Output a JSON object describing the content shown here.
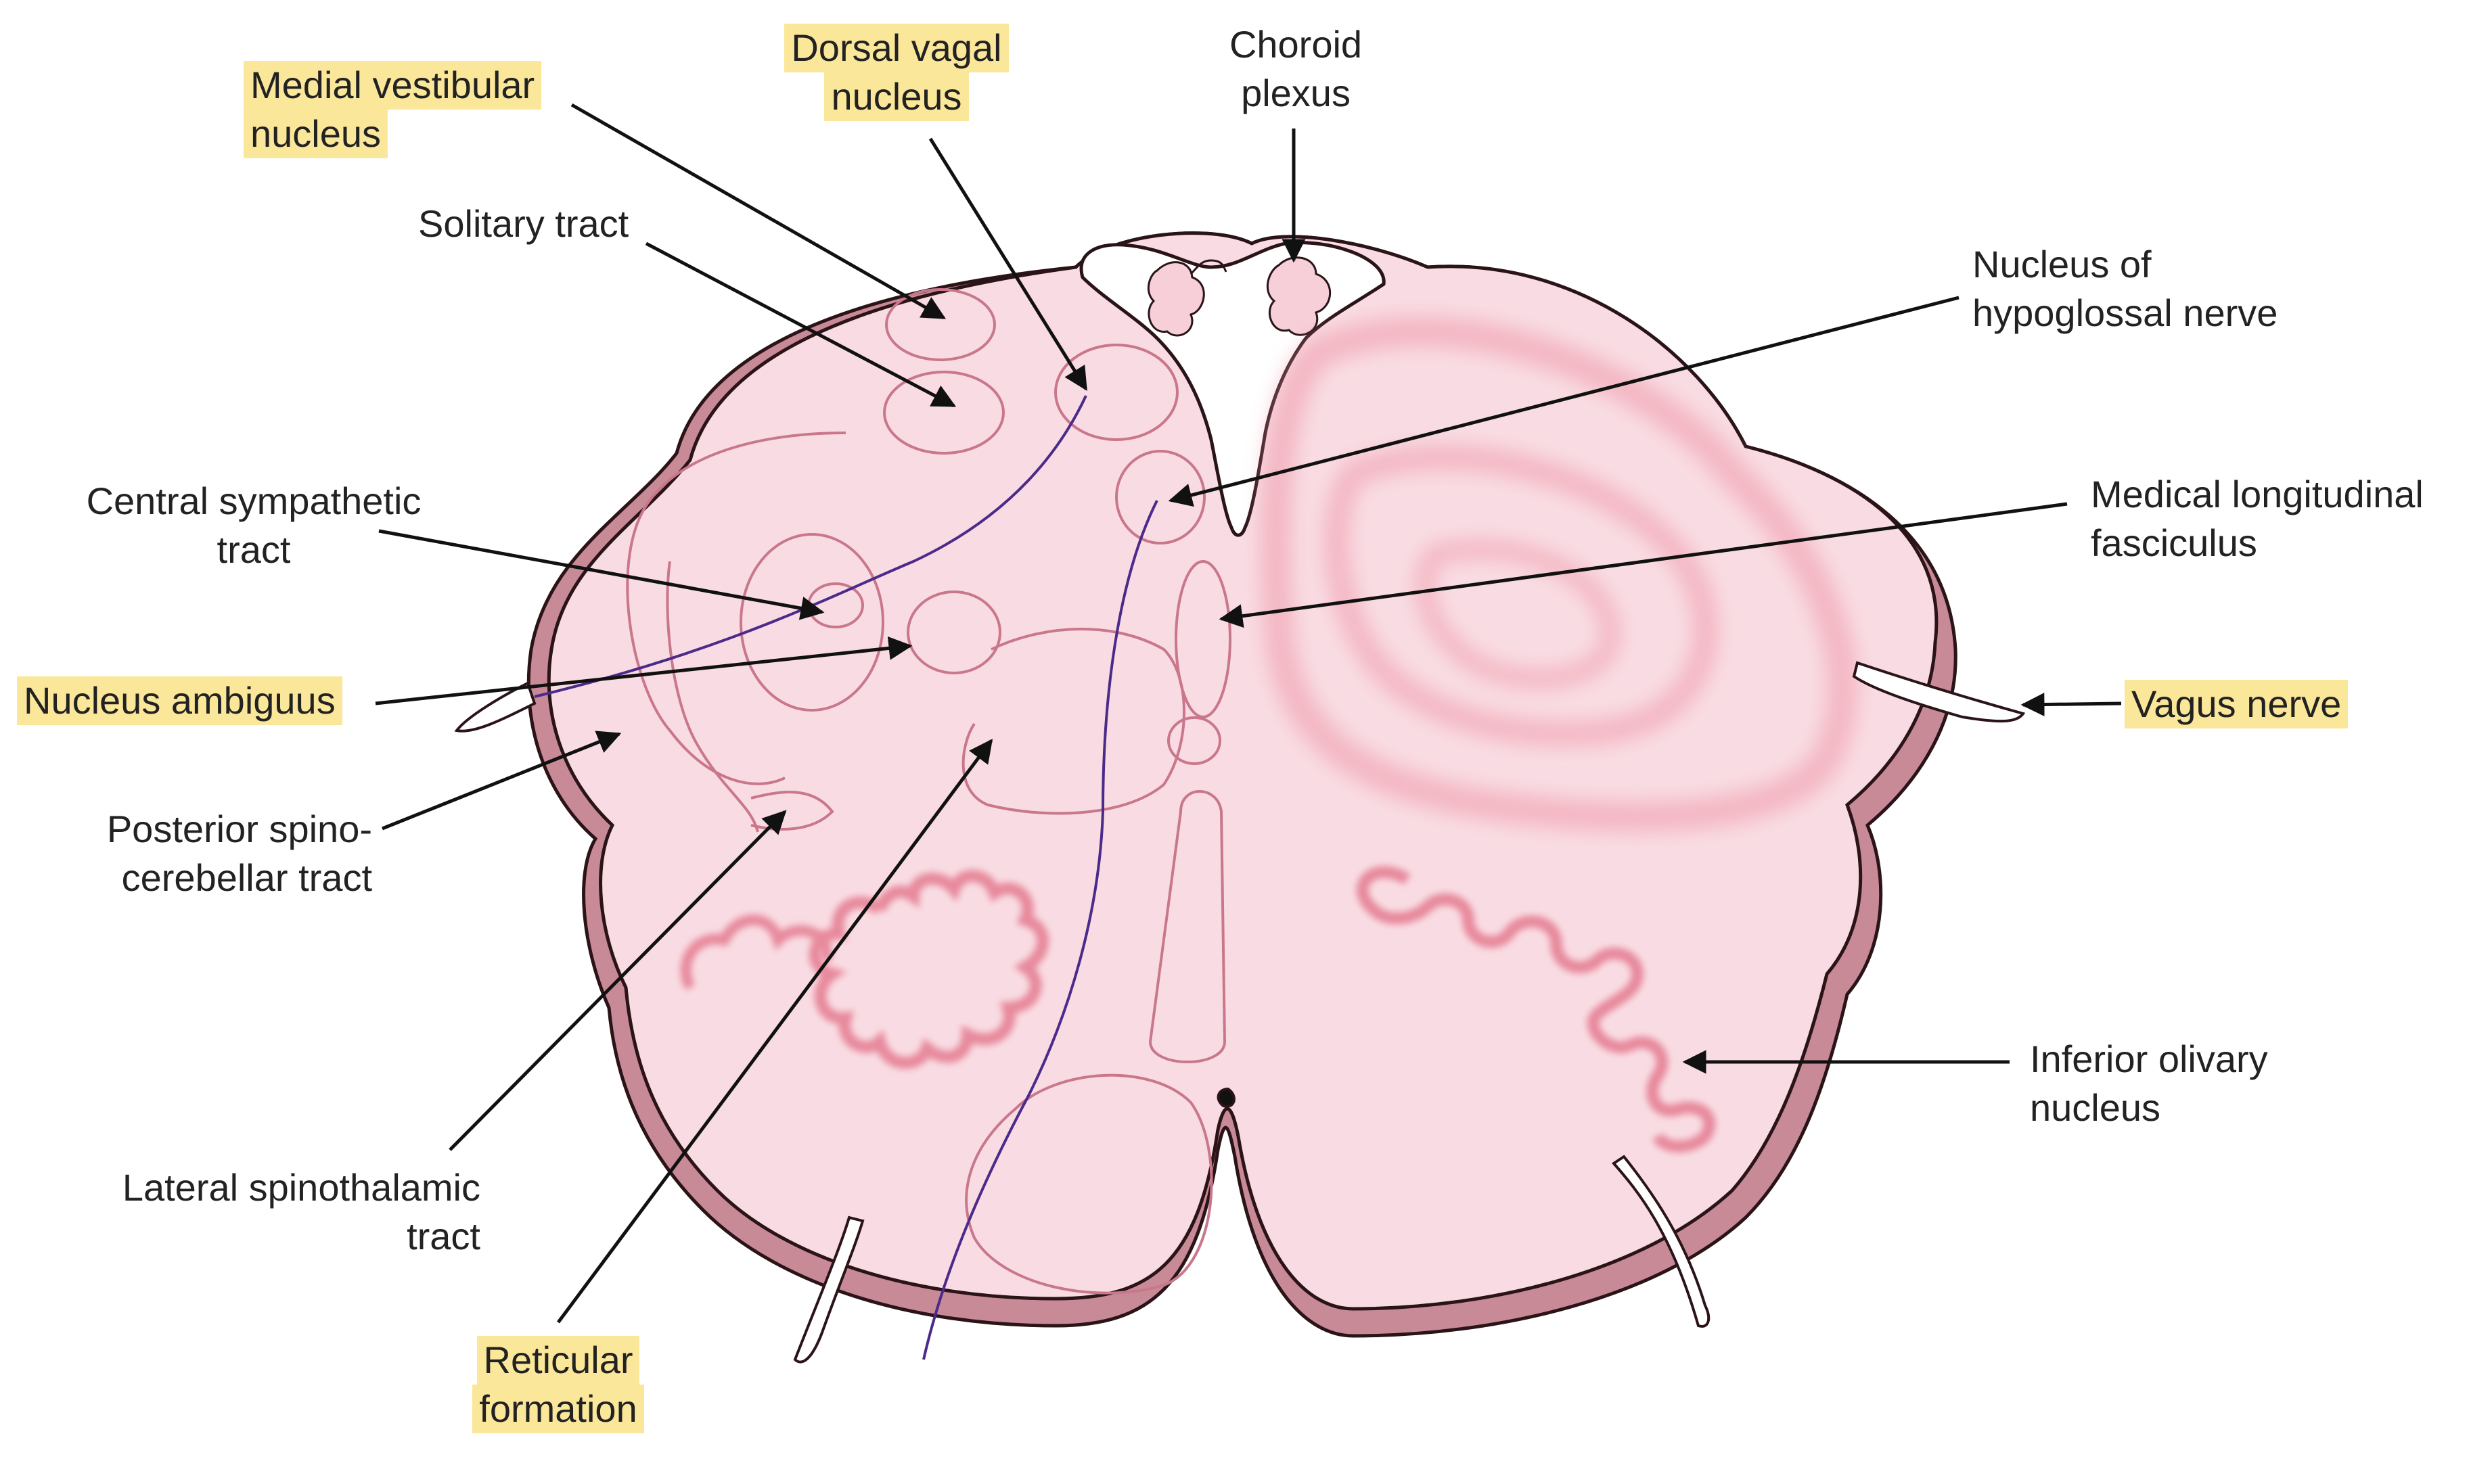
{
  "colors": {
    "tissue": "#f9dce3",
    "tissue_outline": "#2a1418",
    "rim": "#c88a97",
    "inner_lines": "#c9778a",
    "olive": "#e7899c",
    "nerve_tract_line": "#4b2a8a",
    "highlight": "#fbe79a",
    "text": "#222222"
  },
  "labels": {
    "medial_vestibular": [
      "Medial vestibular",
      "nucleus"
    ],
    "dorsal_vagal": [
      "Dorsal vagal",
      "nucleus"
    ],
    "choroid_plexus": [
      "Choroid",
      "plexus"
    ],
    "solitary_tract": [
      "Solitary tract"
    ],
    "hypoglossal": [
      "Nucleus of",
      "hypoglossal nerve"
    ],
    "central_sympathetic": [
      "Central sympathetic",
      "tract"
    ],
    "mlf": [
      "Medical longitudinal",
      "fasciculus"
    ],
    "nucleus_ambiguus": [
      "Nucleus ambiguus"
    ],
    "vagus_nerve": [
      "Vagus nerve"
    ],
    "posterior_spinocerebellar": [
      "Posterior spino-",
      "cerebellar tract"
    ],
    "inferior_olivary": [
      "Inferior olivary",
      "nucleus"
    ],
    "lateral_spinothalamic": [
      "Lateral spinothalamic",
      "tract"
    ],
    "reticular_formation": [
      "Reticular",
      "formation"
    ]
  }
}
